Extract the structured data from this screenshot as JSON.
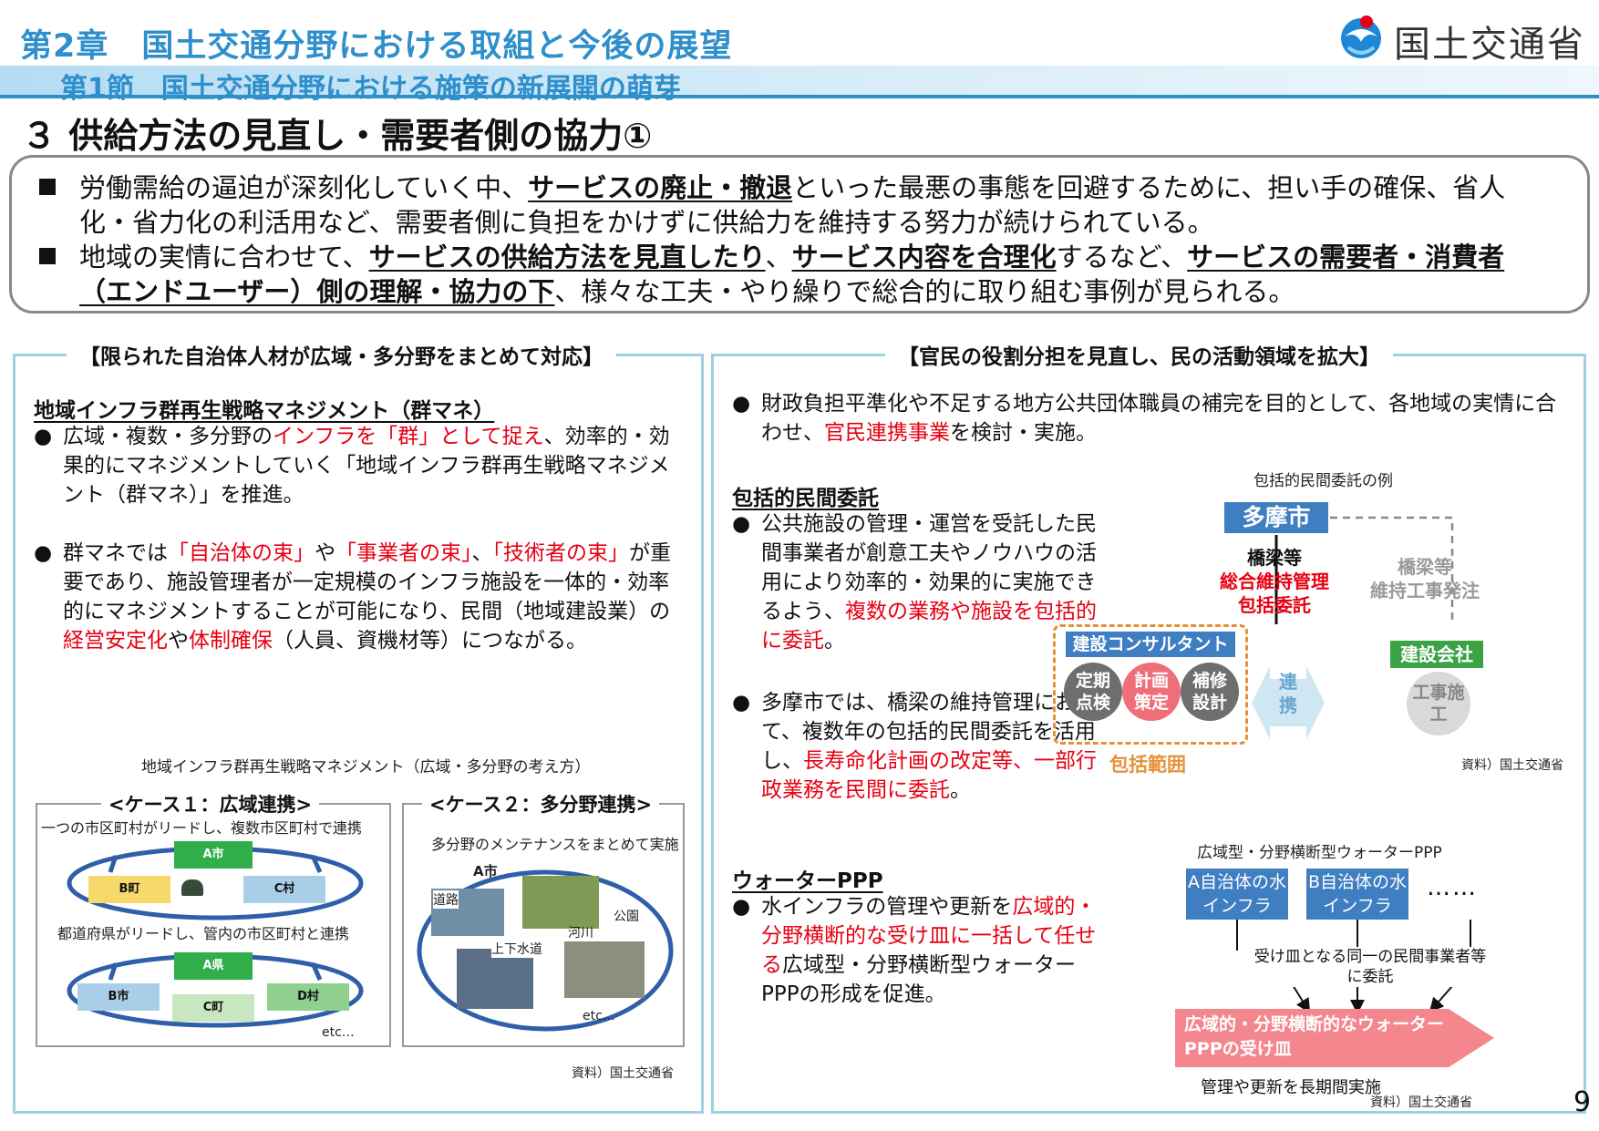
{
  "header": {
    "chapter": "第2章　国土交通分野における取組と今後の展望",
    "section": "第1節　国土交通分野における施策の新展開の萌芽",
    "logo_text": "国土交通省"
  },
  "title": "３ 供給方法の見直し・需要者側の協力①",
  "summary": {
    "b1_pre": "労働需給の逼迫が深刻化していく中、",
    "b1_u": "サービスの廃止・撤退",
    "b1_post": "といった最悪の事態を回避するために、担い手の確保、省人",
    "b1_line2": "化・省力化の利活用など、需要者側に負担をかけずに供給力を維持する努力が続けられている。",
    "b2_pre": "地域の実情に合わせて、",
    "b2_u1": "サービスの供給方法を見直したり",
    "b2_sep": "、",
    "b2_u2": "サービス内容を合理化",
    "b2_mid": "するなど、",
    "b2_u3": "サービスの需要者・消費者",
    "b2_u4": "（エンドユーザー）側の理解・協力の下",
    "b2_post": "、様々な工夫・やり繰りで総合的に取り組む事例が見られる。"
  },
  "left_panel": {
    "heading": "【限られた自治体人材が広域・多分野をまとめて対応】",
    "subtitle": "地域インフラ群再生戦略マネジメント（群マネ）",
    "p1_a": "広域・複数・多分野の",
    "p1_red": "インフラを「群」として捉え",
    "p1_b": "、効率的・効果的にマネジメントしていく「地域インフラ群再生戦略マネジメント（群マネ）」を推進。",
    "p2_a": "群マネでは",
    "p2_r1": "「自治体の束」",
    "p2_b": "や",
    "p2_r2": "「事業者の束」",
    "p2_c": "、",
    "p2_r3": "「技術者の束」",
    "p2_d": "が重要であり、施設管理者が一定規模のインフラ施設を一体的・効率的にマネジメントすることが可能になり、民間（地域建設業）の",
    "p2_r4": "経営安定化",
    "p2_e": "や",
    "p2_r5": "体制確保",
    "p2_f": "（人員、資機材等）につながる。",
    "diagram_caption": "地域インフラ群再生戦略マネジメント（広域・多分野の考え方）",
    "case1_title": "<ケース１：広域連携>",
    "case1_desc1": "一つの市区町村がリードし、複数市区町村で連携",
    "case1_desc2": "都道府県がリードし、管内の市区町村と連携",
    "case1_a": "A市",
    "case1_b": "B町",
    "case1_c": "C村",
    "case1_pref": "A県",
    "case1_b2": "B市",
    "case1_c2": "C町",
    "case1_d2": "D村",
    "case1_etc": "etc…",
    "case2_title": "<ケース２：多分野連携>",
    "case2_desc": "多分野のメンテナンスをまとめて実施",
    "case2_city": "A市",
    "case2_road": "道路",
    "case2_park": "公園",
    "case2_river": "河川",
    "case2_water": "上下水道",
    "case2_etc": "etc…",
    "source": "資料）国土交通省"
  },
  "right_panel": {
    "heading": "【官民の役割分担を見直し、民の活動領域を拡大】",
    "intro_a": "財政負担平準化や不足する地方公共団体職員の補完を目的として、各地域の実情に合わせ、",
    "intro_red": "官民連携事業",
    "intro_b": "を検討・実施。",
    "sub1": "包括的民間委託",
    "p1_a": "公共施設の管理・運営を受託した民間事業者が創意工夫やノウハウの活用により効率的・効果的に実施できるよう、",
    "p1_red": "複数の業務や施設を包括的に委託",
    "p1_b": "。",
    "p2_a": "多摩市では、橋梁の維持管理において、複数年の包括的民間委託を活用し、",
    "p2_red": "長寿命化計画の改定等、一部行政業務を民間に委託",
    "p2_b": "。",
    "sub2": "ウォーターPPP",
    "p3_a": "水インフラの管理や更新を",
    "p3_red": "広域的・分野横断的な受け皿に一括して任せる",
    "p3_b": "広域型・分野横断型ウォーターPPPの形成を促進。",
    "d1_caption": "包括的民間委託の例",
    "d1_tama": "多摩市",
    "d1_l1": "橋梁等",
    "d1_l2": "総合維持管理",
    "d1_l3": "包括委託",
    "d1_r1": "橋梁等",
    "d1_r2": "維持工事発注",
    "d1_consultant": "建設コンサルタント",
    "d1_company": "建設会社",
    "d1_c1": "定期点検",
    "d1_c2": "計画策定",
    "d1_c3": "補修設計",
    "d1_link": "連携",
    "d1_work": "工事施工",
    "d1_scope": "包括範囲",
    "d1_source": "資料）国土交通省",
    "d2_caption": "広域型・分野横断型ウォーターPPP",
    "d2_a": "A自治体の水インフラ",
    "d2_b": "B自治体の水インフラ",
    "d2_dots": "……",
    "d2_entrust": "受け皿となる同一の民間事業者等に委託",
    "d2_arrow": "広域的・分野横断的なウォーターPPPの受け皿",
    "d2_long": "管理や更新を長期間実施",
    "d2_source": "資料）国土交通省"
  },
  "page_number": "9",
  "colors": {
    "accent_blue": "#2e8fcb",
    "emphasis_red": "#e60012",
    "panel_border": "#9fcfe1",
    "consultant_orange": "#e69138",
    "company_green": "#3aa344"
  }
}
